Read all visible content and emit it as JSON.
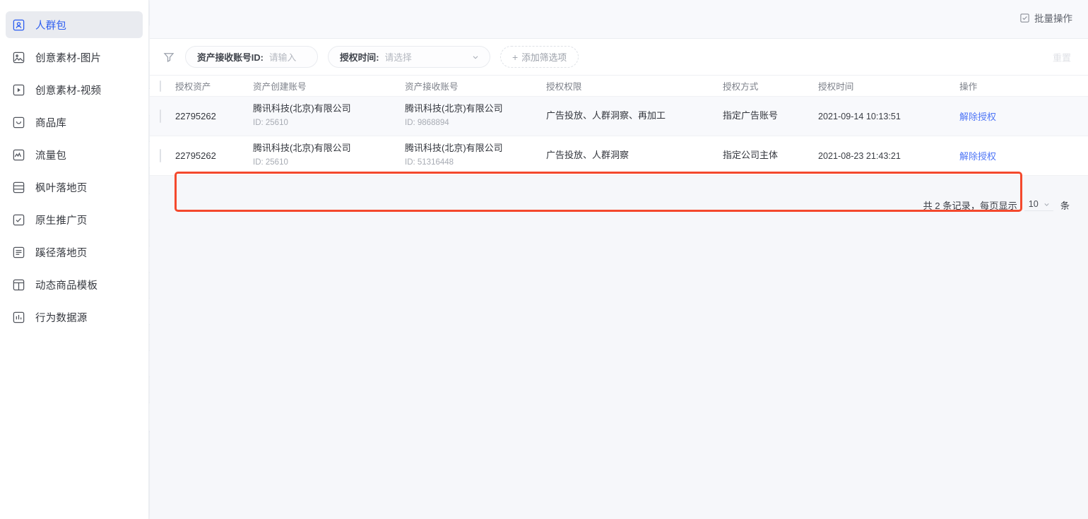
{
  "sidebar": {
    "items": [
      {
        "label": "人群包",
        "icon": "audience-icon",
        "active": true
      },
      {
        "label": "创意素材-图片",
        "icon": "image-icon",
        "active": false
      },
      {
        "label": "创意素材-视频",
        "icon": "video-icon",
        "active": false
      },
      {
        "label": "商品库",
        "icon": "product-library-icon",
        "active": false
      },
      {
        "label": "流量包",
        "icon": "traffic-icon",
        "active": false
      },
      {
        "label": "枫叶落地页",
        "icon": "landing-page-icon",
        "active": false
      },
      {
        "label": "原生推广页",
        "icon": "native-promo-icon",
        "active": false
      },
      {
        "label": "蹊径落地页",
        "icon": "path-landing-icon",
        "active": false
      },
      {
        "label": "动态商品模板",
        "icon": "dynamic-template-icon",
        "active": false
      },
      {
        "label": "行为数据源",
        "icon": "behavior-data-icon",
        "active": false
      }
    ]
  },
  "background": {
    "title": "人群包"
  },
  "panel": {
    "batch_button": "批量操作",
    "reset_link": "重置"
  },
  "filters": {
    "account_id": {
      "label": "资产接收账号ID:",
      "placeholder": "请输入",
      "value": ""
    },
    "auth_time": {
      "label": "授权时间:",
      "placeholder": "请选择",
      "value": ""
    },
    "add_filter": {
      "label": "添加筛选项",
      "plus": "+"
    }
  },
  "table": {
    "columns": [
      "授权资产",
      "资产创建账号",
      "资产接收账号",
      "授权权限",
      "授权方式",
      "授权时间",
      "操作"
    ],
    "rows": [
      {
        "asset_id": "22795262",
        "create_account_name": "腾讯科技(北京)有限公司",
        "create_account_id": "ID: 25610",
        "recv_account_name": "腾讯科技(北京)有限公司",
        "recv_account_id": "ID: 9868894",
        "permissions": "广告投放、人群洞察、再加工",
        "auth_method": "指定广告账号",
        "auth_time": "2021-09-14 10:13:51",
        "action": "解除授权"
      },
      {
        "asset_id": "22795262",
        "create_account_name": "腾讯科技(北京)有限公司",
        "create_account_id": "ID: 25610",
        "recv_account_name": "腾讯科技(北京)有限公司",
        "recv_account_id": "ID: 51316448",
        "permissions": "广告投放、人群洞察",
        "auth_method": "指定公司主体",
        "auth_time": "2021-08-23 21:43:21",
        "action": "解除授权"
      }
    ]
  },
  "pagination": {
    "prefix": "共 2 条记录，每页显示",
    "page_size": "10",
    "suffix": "条"
  },
  "colors": {
    "accent_blue": "#2b5cf0",
    "link_blue": "#4f76f6",
    "highlight_red": "#f4492d",
    "page_bg": "#f6f7fa"
  }
}
